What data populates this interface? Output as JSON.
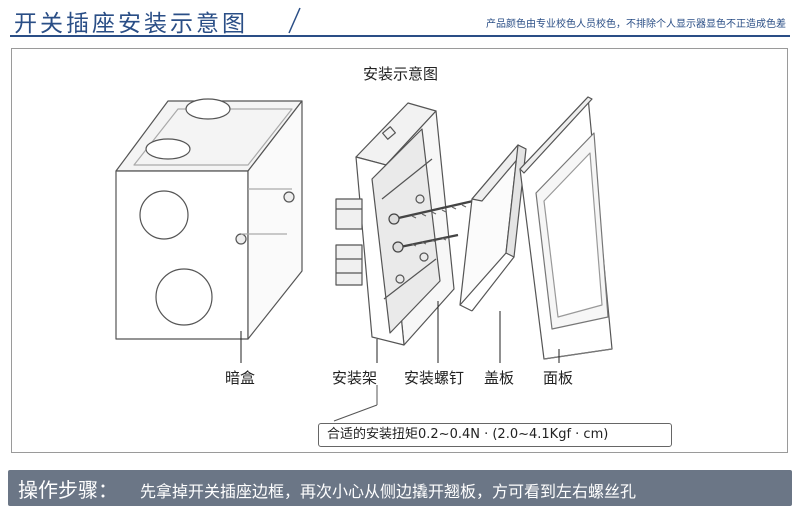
{
  "header": {
    "title": "开关插座安装示意图",
    "note": "产品颜色由专业校色人员校色，不排除个人显示器显色不正造成色差"
  },
  "diagram": {
    "title": "安装示意图",
    "labels": {
      "box": "暗盒",
      "frame": "安装架",
      "screw": "安装螺钉",
      "cover": "盖板",
      "panel": "面板"
    },
    "torque_note": "合适的安装扭矩0.2~0.4N · (2.0~4.1Kgf · cm)"
  },
  "steps": {
    "label": "操作步骤：",
    "text": "先拿掉开关插座边框，再次小心从侧边撬开翘板，方可看到左右螺丝孔"
  },
  "colors": {
    "accent": "#2a4e86",
    "steps_bar": "#6b7686"
  }
}
